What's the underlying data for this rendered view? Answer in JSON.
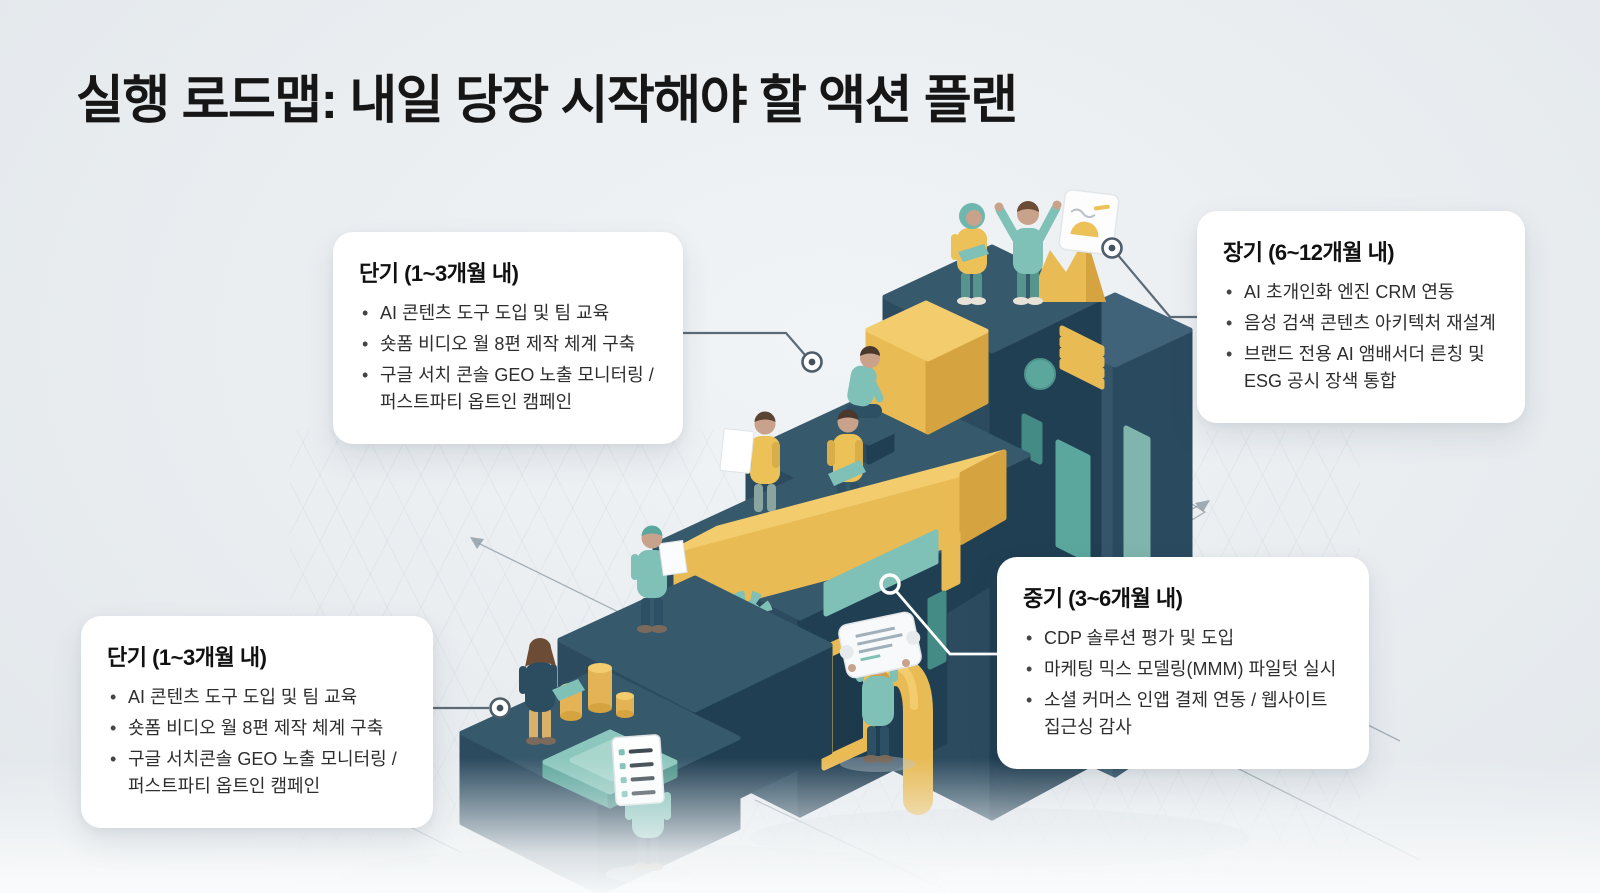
{
  "page": {
    "title": "실행 로드맵: 내일 당장 시작해야 할 액션 플랜",
    "background_color": "#e9edf0"
  },
  "callouts": {
    "short_term_top": {
      "title": "단기 (1~3개월 내)",
      "bullets": [
        "AI 콘텐츠 도구 도입 및 팀 교육",
        "숏폼 비디오 월 8편 제작 체계 구축",
        "구글 서치 콘솔 GEO 노출 모니터링 / 퍼스트파티 옵트인 캠페인"
      ]
    },
    "long_term": {
      "title": "장기 (6~12개월 내)",
      "bullets": [
        "AI 초개인화 엔진 CRM 연동",
        "음성 검색 콘텐츠 아키텍처 재설계",
        "브랜드 전용 AI 앰배서더 른칭 및 ESG 공시 장색 통합"
      ]
    },
    "mid_term": {
      "title": "중기 (3~6개월 내)",
      "bullets": [
        "CDP 솔루션 평가 및 도입",
        "마케팅 믹스 모델링(MMM) 파일텃 실시",
        "소셜 커머스 인앱 결제 연동 / 웹사이트 집근싱 감사"
      ]
    },
    "short_term_bottom": {
      "title": "단기 (1~3개월 내)",
      "bullets": [
        "AI 콘텐츠 도구 도입 및 팀 교육",
        "숏폼 비디오 월 8편 제작 체계 구축",
        "구글 서치콘솔 GEO 노출 모니터링 / 퍼스트파티 옵트인 캠페인"
      ]
    }
  },
  "illustration": {
    "description": "isometric staircase of dark teal blocks with workers, gears, coins and yellow accents",
    "colors": {
      "block_top": "#37596c",
      "block_left": "#2c4b5f",
      "block_right": "#213f53",
      "accent_yellow": "#e8bb54",
      "accent_yellow_light": "#f3cc6e",
      "accent_teal": "#7fc0b7",
      "accent_teal_dark": "#458b85",
      "skin": "#c9a28c",
      "line": "#5b6b77"
    }
  }
}
